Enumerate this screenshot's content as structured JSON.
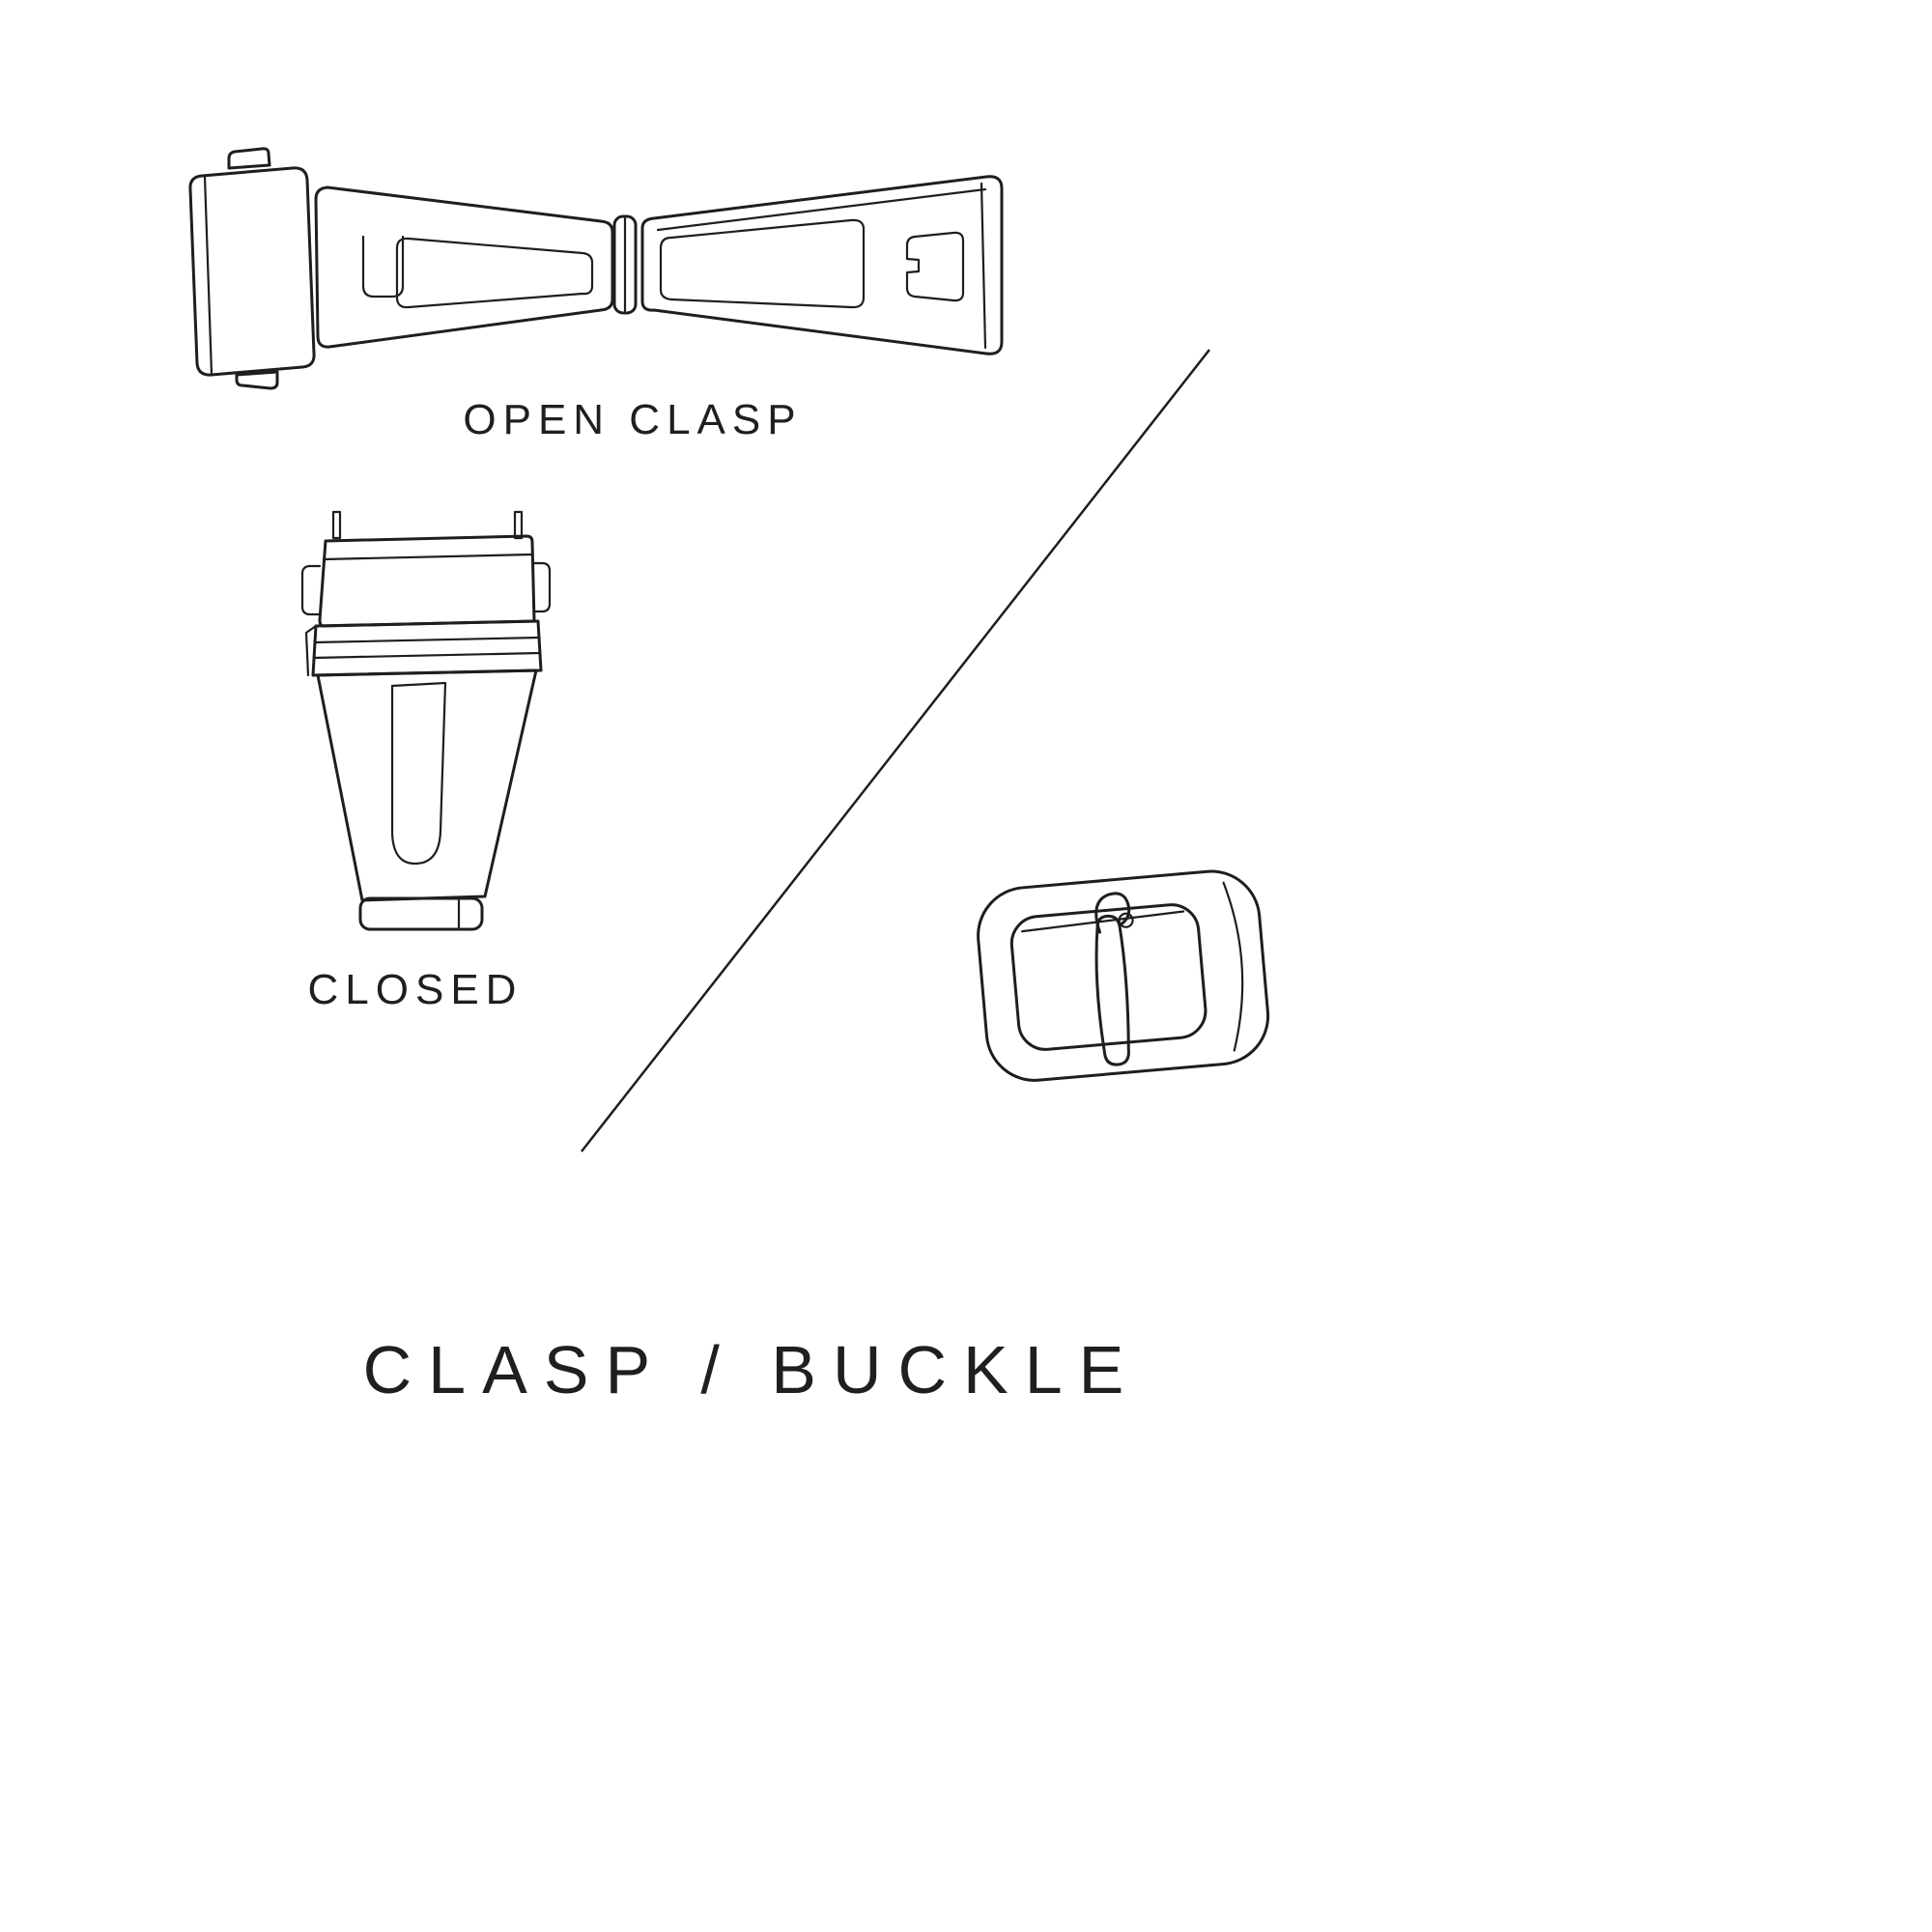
{
  "page": {
    "background_color": "#ffffff",
    "line_color": "#1e1e1e",
    "text_color": "#1f1f1f"
  },
  "diagram": {
    "title": "CLASP / BUCKLE",
    "labels": {
      "open_clasp": "OPEN CLASP",
      "closed": "CLOSED"
    },
    "icons": [
      "open-clasp-illustration",
      "closed-clasp-illustration",
      "pin-buckle-illustration",
      "diagonal-divider-line"
    ]
  }
}
